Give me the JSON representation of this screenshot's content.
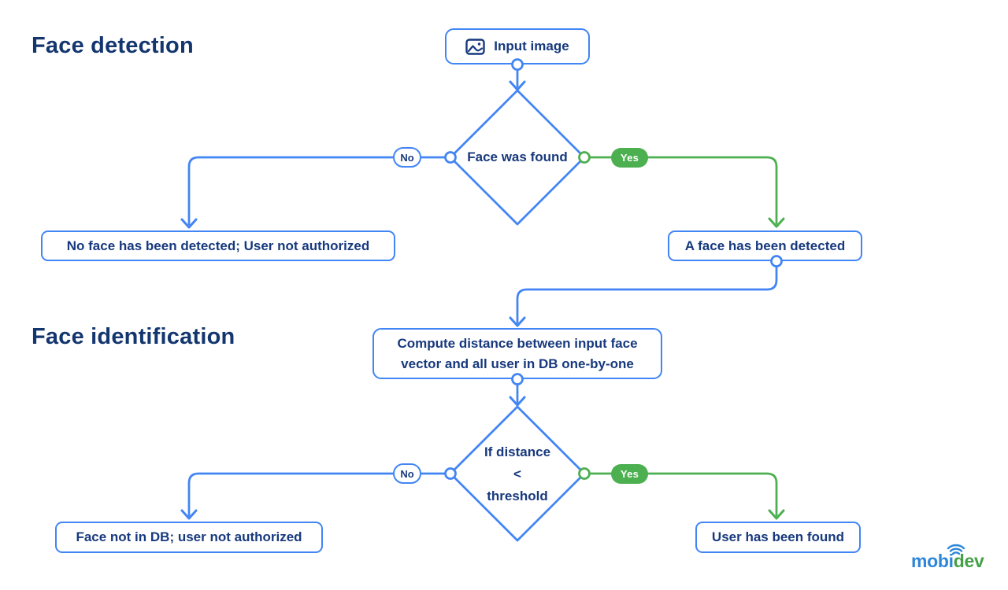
{
  "titles": {
    "detection": "Face detection",
    "identification": "Face identification"
  },
  "nodes": {
    "input_image": {
      "label": "Input image",
      "icon": "image-icon"
    },
    "face_was_found": {
      "label": "Face was found",
      "type": "decision"
    },
    "no_face_detected": {
      "label": "No face has been detected; User not authorized"
    },
    "face_detected": {
      "label": "A face has been detected"
    },
    "compute_distance": {
      "label": "Compute distance between input face\nvector and all user in DB one-by-one"
    },
    "distance_threshold": {
      "label": "If distance\n<\nthreshold",
      "type": "decision"
    },
    "face_not_in_db": {
      "label": "Face not in DB; user not authorized"
    },
    "user_found": {
      "label": "User has been found"
    }
  },
  "edge_labels": {
    "no": "No",
    "yes": "Yes"
  },
  "logo": {
    "part1": "mobi",
    "part2": "dev"
  },
  "colors": {
    "line_blue": "#4285F4",
    "text_navy": "#17397D",
    "yes_green": "#4CAF50",
    "logo_blue": "#2E86D8",
    "logo_green": "#43A047",
    "background": "#FFFFFF"
  }
}
